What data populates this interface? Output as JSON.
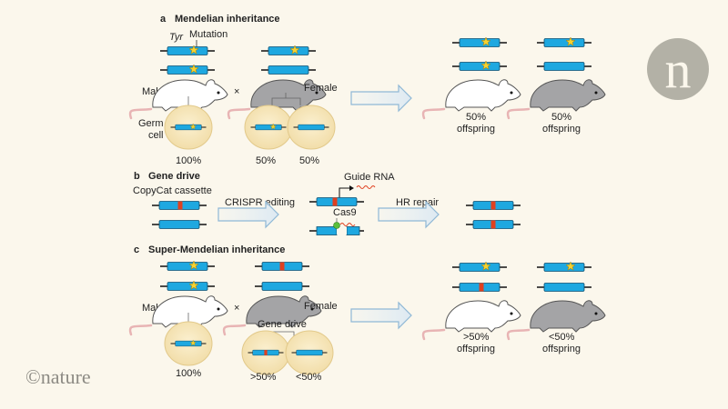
{
  "panels": {
    "a": {
      "letter": "a",
      "title": "Mendelian inheritance",
      "gene_label": "Tyr",
      "mutation_label": "Mutation",
      "male_label": "Male",
      "female_label": "Female",
      "cross_symbol": "×",
      "germ_cell_label_1": "Germ",
      "germ_cell_label_2": "cell",
      "male_germ_pct": "100%",
      "female_germ_pct_1": "50%",
      "female_germ_pct_2": "50%",
      "offspring_1_pct": "50%",
      "offspring_1_label": "offspring",
      "offspring_2_pct": "50%",
      "offspring_2_label": "offspring"
    },
    "b": {
      "letter": "b",
      "title": "Gene drive",
      "cassette_label": "CopyCat cassette",
      "step1_label": "CRISPR editing",
      "guide_label": "Guide RNA",
      "cas9_label": "Cas9",
      "step2_label": "HR repair"
    },
    "c": {
      "letter": "c",
      "title": "Super-Mendelian inheritance",
      "male_label": "Male",
      "female_label": "Female",
      "cross_symbol": "×",
      "gene_drive_label": "Gene drive",
      "male_germ_pct": "100%",
      "female_germ_pct_1": ">50%",
      "female_germ_pct_2": "<50%",
      "offspring_1_pct": ">50%",
      "offspring_1_label": "offspring",
      "offspring_2_pct": "<50%",
      "offspring_2_label": "offspring"
    }
  },
  "branding": {
    "logo_letter": "n",
    "copyright": "©nature"
  },
  "colors": {
    "background": "#fbf7ec",
    "gene": "#1ea8e0",
    "mutation_star": "#f5d130",
    "cassette": "#e0401f",
    "cas9": "#5cbf3a",
    "cell": "#f6e6b8",
    "arrow": "#8fb8d6",
    "logo": "#b3b1a6"
  }
}
